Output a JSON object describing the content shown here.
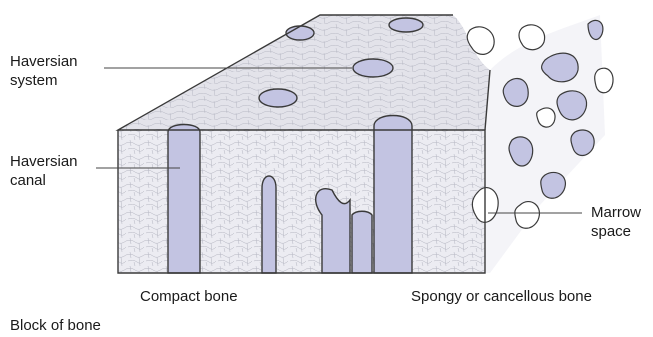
{
  "labels": {
    "haversian_system": "Haversian\nsystem",
    "haversian_canal": "Haversian\ncanal",
    "marrow_space": "Marrow\nspace",
    "compact_bone": "Compact bone",
    "spongy_bone": "Spongy or cancellous bone",
    "block_of_bone": "Block of bone"
  },
  "colors": {
    "bone_face": "#ececf2",
    "bone_top": "#e3e3ea",
    "canal_fill": "#c3c4e2",
    "outline": "#3a3a3a",
    "texture": "#a9aab6",
    "leader_line": "#444444"
  }
}
